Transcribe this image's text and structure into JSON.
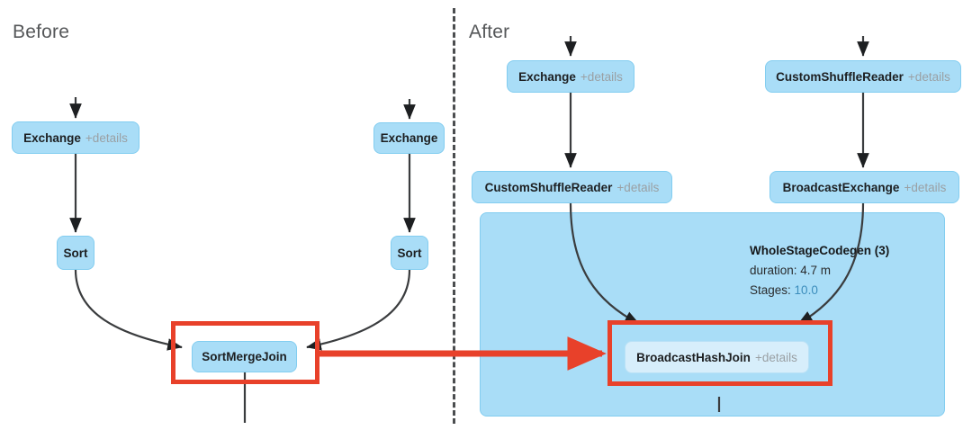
{
  "diagram": {
    "title_left": "Before",
    "title_right": "After",
    "accent_highlight": "#e8412a",
    "node_fill": "#a9ddf7",
    "node_border": "#82cdf0",
    "cluster_fill": "#a9ddf7",
    "link_color": "#3c8dbc",
    "details_label": "+details",
    "divider": "dashed-vertical-divider"
  },
  "before": {
    "nodes": [
      {
        "id": "exchange-left",
        "name": "Exchange",
        "details": "+details"
      },
      {
        "id": "exchange-right",
        "name": "Exchange",
        "details": ""
      },
      {
        "id": "sort-left",
        "name": "Sort",
        "details": ""
      },
      {
        "id": "sort-right",
        "name": "Sort",
        "details": ""
      },
      {
        "id": "sortmergejoin",
        "name": "SortMergeJoin",
        "details": ""
      }
    ]
  },
  "after": {
    "nodes": [
      {
        "id": "exchange-top",
        "name": "Exchange",
        "details": "+details"
      },
      {
        "id": "customshufflereader-top-right",
        "name": "CustomShuffleReader",
        "details": "+details"
      },
      {
        "id": "customshufflereader-left",
        "name": "CustomShuffleReader",
        "details": "+details"
      },
      {
        "id": "broadcastexchange",
        "name": "BroadcastExchange",
        "details": "+details"
      },
      {
        "id": "broadcasthashjoin",
        "name": "BroadcastHashJoin",
        "details": "+details"
      }
    ],
    "cluster": {
      "title": "WholeStageCodegen (3)",
      "duration_label": "duration: 4.7 m",
      "stages_label": "Stages:",
      "stages_value": "10.0"
    }
  }
}
